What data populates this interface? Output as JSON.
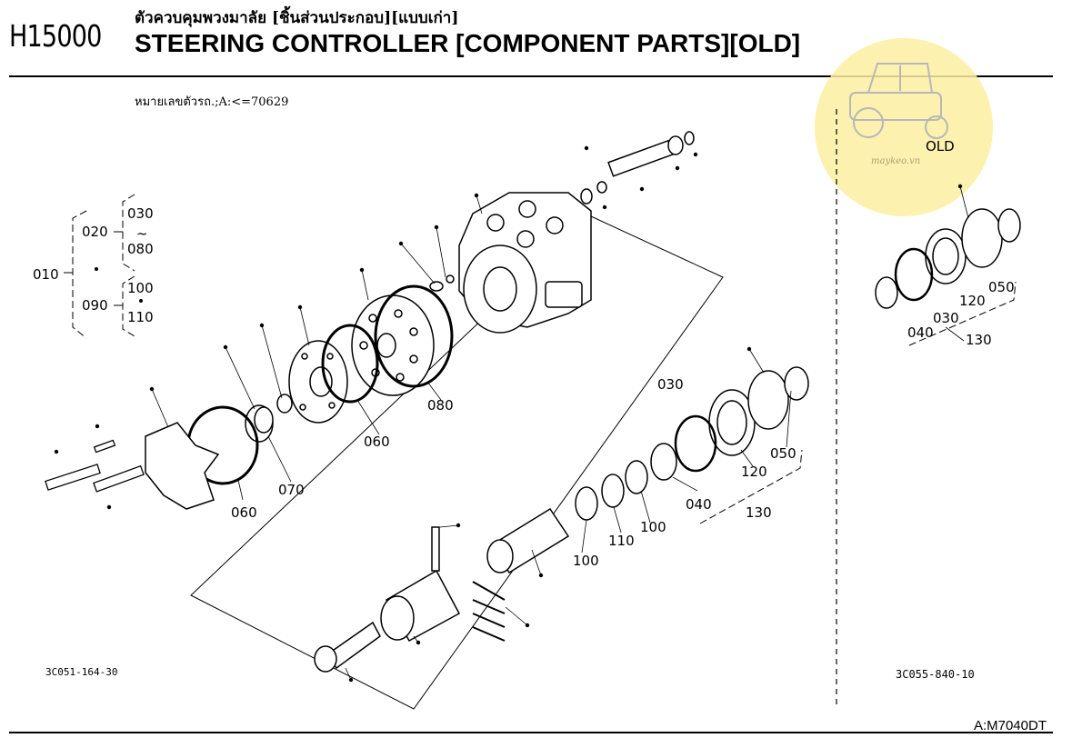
{
  "header": {
    "code": "H15000",
    "title_th": "ตัวควบคุมพวงมาลัย [ชิ้นส่วนประกอบ][แบบเก่า]",
    "title_en": "STEERING CONTROLLER [COMPONENT PARTS][OLD]",
    "serial": "หมายเลขตัวรถ.;A:<=70629"
  },
  "legend": {
    "l010": "010",
    "l020": "020",
    "l030": "030",
    "tilde": "~",
    "l080": "080",
    "l090": "090",
    "l100": "100",
    "l110": "110"
  },
  "labels": {
    "p060a": "060",
    "p070": "070",
    "p060b": "060",
    "p080": "080",
    "p030": "030",
    "p050": "050",
    "p120": "120",
    "p040": "040",
    "p130": "130",
    "p100a": "100",
    "p110": "110",
    "p100b": "100"
  },
  "right_panel": {
    "old": "OLD",
    "r050": "050",
    "r120": "120",
    "r030": "030",
    "r040": "040",
    "r130": "130",
    "watermark": "maykeo.vn"
  },
  "figure_ids": {
    "left": "3C051-164-30",
    "right": "3C055-840-10"
  },
  "footer": {
    "model": "A:M7040DT"
  },
  "colors": {
    "watermark_circle": "#fbeea0"
  }
}
